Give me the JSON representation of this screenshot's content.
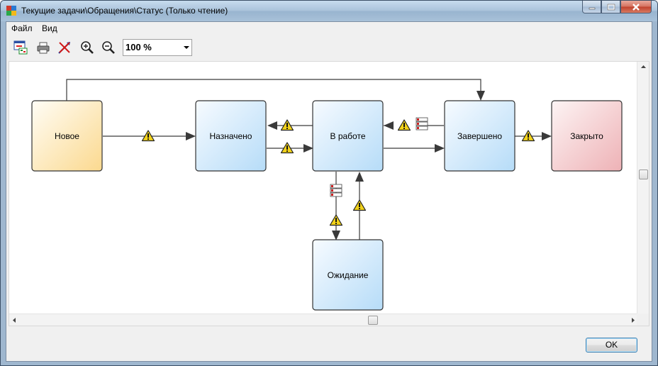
{
  "window": {
    "title": "Текущие задачи\\Обращения\\Статус (Только чтение)"
  },
  "menu": {
    "items": [
      "Файл",
      "Вид"
    ]
  },
  "toolbar": {
    "zoom": "100 %"
  },
  "diagram": {
    "nodes": {
      "new": "Новое",
      "assigned": "Назначено",
      "in_progress": "В работе",
      "completed": "Завершено",
      "closed": "Закрыто",
      "waiting": "Ожидание"
    },
    "colors": {
      "new_fill": "#fde9b4",
      "active_fill": "#cfe8fb",
      "closed_fill": "#f3c6c9",
      "arrow": "#3a3a3a",
      "warning": "#f2d21a"
    }
  },
  "footer": {
    "ok_label": "OK"
  }
}
